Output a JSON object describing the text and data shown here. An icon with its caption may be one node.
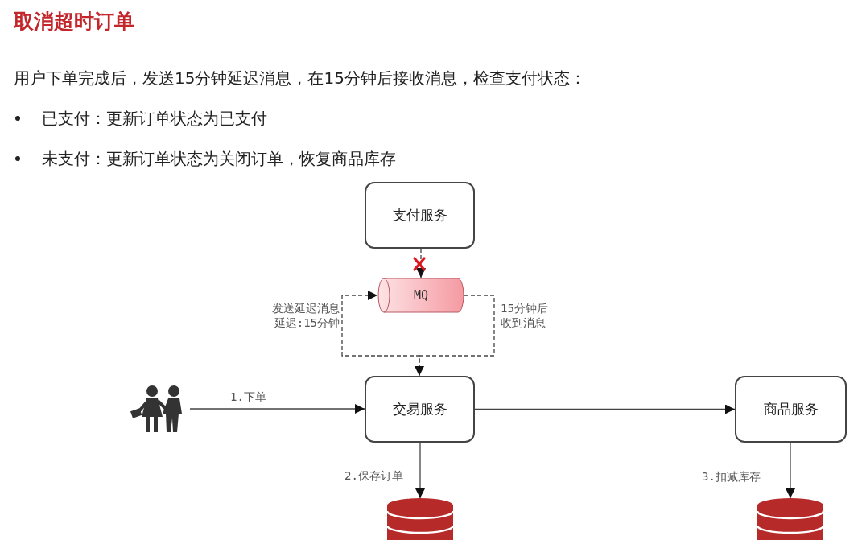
{
  "diagram": {
    "title": "取消超时订单",
    "nodes": [
      {
        "text": [
          "支付服务"
        ]
      },
      {
        "text": [
          "MQ"
        ]
      },
      {
        "text": [
          "交易服务"
        ]
      },
      {
        "text": [
          "商品服务"
        ]
      },
      {
        "text": [],
        "shape": "person"
      },
      {
        "text": [],
        "shape": "cylinder"
      },
      {
        "text": [],
        "shape": "cylinder"
      }
    ],
    "edges": [
      {
        "from": 0,
        "to": 1,
        "arrow": "to",
        "style": "dashed"
      },
      {
        "from": 2,
        "to": 1,
        "arrow": "to",
        "style": "dashed",
        "label": "发送延迟消息延迟:15分钟"
      },
      {
        "from": 1,
        "to": 2,
        "arrow": "to",
        "style": "dashed",
        "label": "15分钟后收到消息"
      },
      {
        "from": 4,
        "to": 2,
        "arrow": "to",
        "label": "1.下单"
      },
      {
        "from": 2,
        "to": 3,
        "arrow": "to"
      },
      {
        "from": 2,
        "to": 5,
        "arrow": "to",
        "label": "2.保存订单"
      },
      {
        "from": 3,
        "to": 6,
        "arrow": "to",
        "label": "3.扣减库存"
      }
    ],
    "labels": [
      "用户下单完成后，发送15分钟延迟消息，在15分钟后接收消息，检查支付状态：",
      "已支付：更新订单状态为已支付",
      "未支付：更新订单状态为关闭订单，恢复商品库存"
    ]
  }
}
